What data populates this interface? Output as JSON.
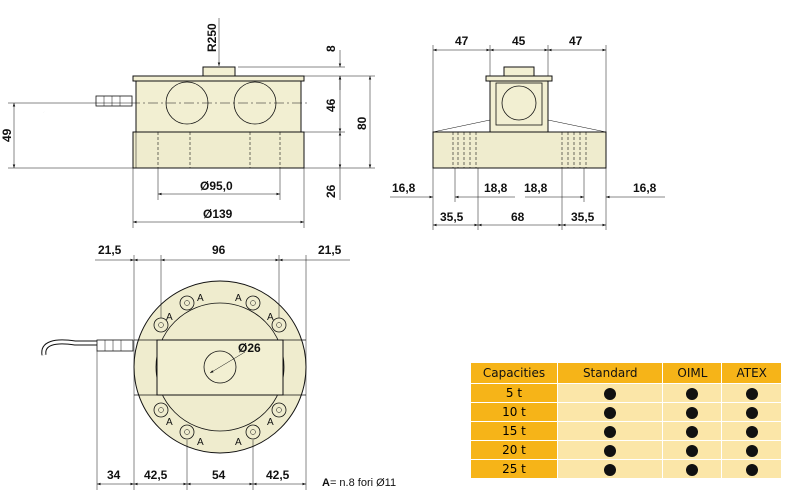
{
  "front_view": {
    "r250": "R250",
    "d8": "8",
    "d46": "46",
    "d80": "80",
    "d49": "49",
    "d26": "26",
    "dia95": "Ø95,0",
    "dia139": "Ø139"
  },
  "side_view": {
    "d47_left": "47",
    "d45": "45",
    "d47_right": "47",
    "d16_8_left": "16,8",
    "d18_8_left": "18,8",
    "d18_8_right": "18,8",
    "d16_8_right": "16,8",
    "d35_5_left": "35,5",
    "d68": "68",
    "d35_5_right": "35,5"
  },
  "plan_view": {
    "d21_5_left": "21,5",
    "d96": "96",
    "d21_5_right": "21,5",
    "dia26": "Ø26",
    "d34": "34",
    "d42_5_left": "42,5",
    "d54": "54",
    "d42_5_right": "42,5",
    "hole_label": "A",
    "note_key": "A",
    "note_text": "= n.8 fori Ø11"
  },
  "capacities_table": {
    "headers": [
      "Capacities",
      "Standard",
      "OIML",
      "ATEX"
    ],
    "rows": [
      {
        "capacity": "5 t",
        "standard": true,
        "oiml": true,
        "atex": true
      },
      {
        "capacity": "10 t",
        "standard": true,
        "oiml": true,
        "atex": true
      },
      {
        "capacity": "15 t",
        "standard": true,
        "oiml": true,
        "atex": true
      },
      {
        "capacity": "20 t",
        "standard": true,
        "oiml": true,
        "atex": true
      },
      {
        "capacity": "25 t",
        "standard": true,
        "oiml": true,
        "atex": true
      }
    ],
    "dot_icon": "filled-circle-icon",
    "colors": {
      "header": "#f6b418",
      "cell": "#fbe6a8",
      "dot": "#111111"
    }
  }
}
